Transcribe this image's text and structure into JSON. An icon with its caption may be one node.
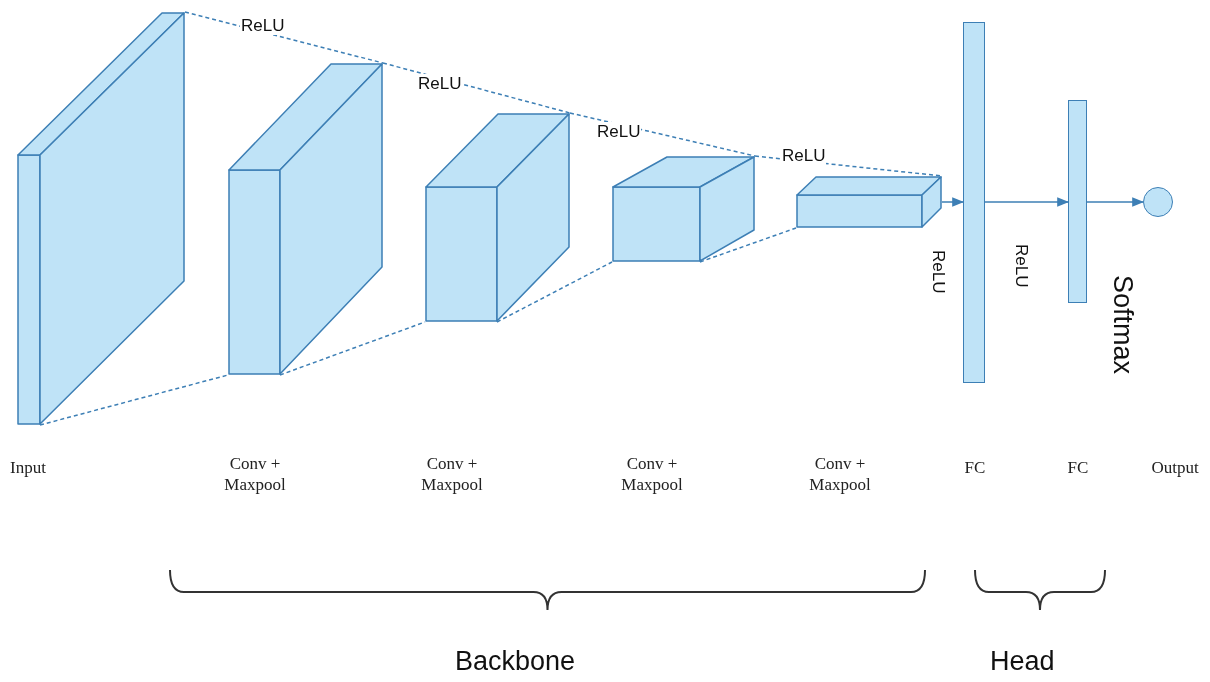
{
  "diagram": {
    "nodes": [
      {
        "text": [],
        "shape": "box"
      },
      {
        "text": [],
        "shape": "box"
      },
      {
        "text": [],
        "shape": "box"
      },
      {
        "text": [],
        "shape": "box"
      },
      {
        "text": [],
        "shape": "box"
      },
      {
        "text": [],
        "shape": "bar"
      },
      {
        "text": [],
        "shape": "bar"
      },
      {
        "text": [],
        "shape": "circle"
      }
    ],
    "edges": [
      {
        "from": 0,
        "to": 1,
        "arrow": "none",
        "style": "dashed",
        "label": "ReLU"
      },
      {
        "from": 0,
        "to": 1,
        "arrow": "none",
        "style": "dashed"
      },
      {
        "from": 1,
        "to": 2,
        "arrow": "none",
        "style": "dashed",
        "label": "ReLU"
      },
      {
        "from": 1,
        "to": 2,
        "arrow": "none",
        "style": "dashed"
      },
      {
        "from": 2,
        "to": 3,
        "arrow": "none",
        "style": "dashed",
        "label": "ReLU"
      },
      {
        "from": 2,
        "to": 3,
        "arrow": "none",
        "style": "dashed"
      },
      {
        "from": 3,
        "to": 4,
        "arrow": "none",
        "style": "dashed",
        "label": "ReLU"
      },
      {
        "from": 3,
        "to": 4,
        "arrow": "none",
        "style": "dashed"
      },
      {
        "from": 4,
        "to": 5,
        "arrow": "to",
        "label": "ReLU"
      },
      {
        "from": 5,
        "to": 6,
        "arrow": "to",
        "label": "ReLU"
      },
      {
        "from": 6,
        "to": 7,
        "arrow": "to"
      }
    ],
    "labels": [
      "Softmax",
      "Input",
      "Conv + Maxpool",
      "Conv + Maxpool",
      "Conv + Maxpool",
      "Conv + Maxpool",
      "FC",
      "FC",
      "Output",
      "Backbone",
      "Head"
    ]
  }
}
